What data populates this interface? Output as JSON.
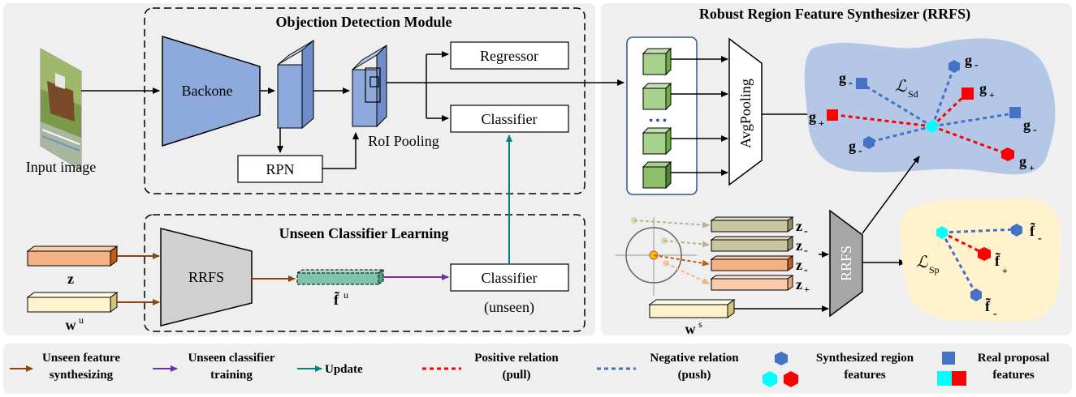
{
  "modules": {
    "detection_title": "Objection Detection Module",
    "unseen_title": "Unseen Classifier Learning",
    "rrfs_title": "Robust Region Feature Synthesizer (RRFS)"
  },
  "detection": {
    "input_label": "Input image",
    "backbone": "Backone",
    "rpn": "RPN",
    "roi_pooling": "RoI Pooling",
    "regressor": "Regressor",
    "classifier": "Classifier"
  },
  "unseen": {
    "z": "z",
    "w": "w",
    "w_sup": "u",
    "rrfs": "RRFS",
    "f": "f̃",
    "f_sup": "u",
    "classifier": "Classifier",
    "classifier_sub": "(unseen)"
  },
  "synth": {
    "avgpool": "AvgPooling",
    "dots": "• • •",
    "rrfs": "RRFS",
    "z_minus": "z",
    "z_plus": "z",
    "sub_minus": "-",
    "sub_plus": "+",
    "w": "w",
    "w_sup": "s",
    "loss_d": "ℒ",
    "loss_d_sub": "Sd",
    "loss_p": "ℒ",
    "loss_p_sub": "Sp",
    "g": "g",
    "f": "f̃"
  },
  "legend": {
    "synth_line1": "Unseen feature",
    "synth_line2": "synthesizing",
    "train_line1": "Unseen classifier",
    "train_line2": "training",
    "update": "Update",
    "pos_line1": "Positive relation",
    "pos_line2": "(pull)",
    "neg_line1": "Negative relation",
    "neg_line2": "(push)",
    "synreg_line1": "Synthesized region",
    "synreg_line2": "features",
    "real_line1": "Real proposal",
    "real_line2": "features"
  },
  "colors": {
    "brown": "#8B4513",
    "purple": "#7030A0",
    "teal": "#008080",
    "red": "#FF0000",
    "blue": "#4472C4",
    "cyan": "#00FFFF",
    "panel_bg": "#EFEFEF",
    "backbone_fill": "#8EA9DB",
    "green_cube": "#A9D18E",
    "orange_bar": "#F4B183",
    "yellow_bar": "#FFF2CC",
    "teal_bar": "#7FC4AE",
    "grey_rrfs": "#D0D0D0",
    "cloud_blue": "#B4C7E7",
    "cloud_yellow": "#FFF2CC"
  }
}
